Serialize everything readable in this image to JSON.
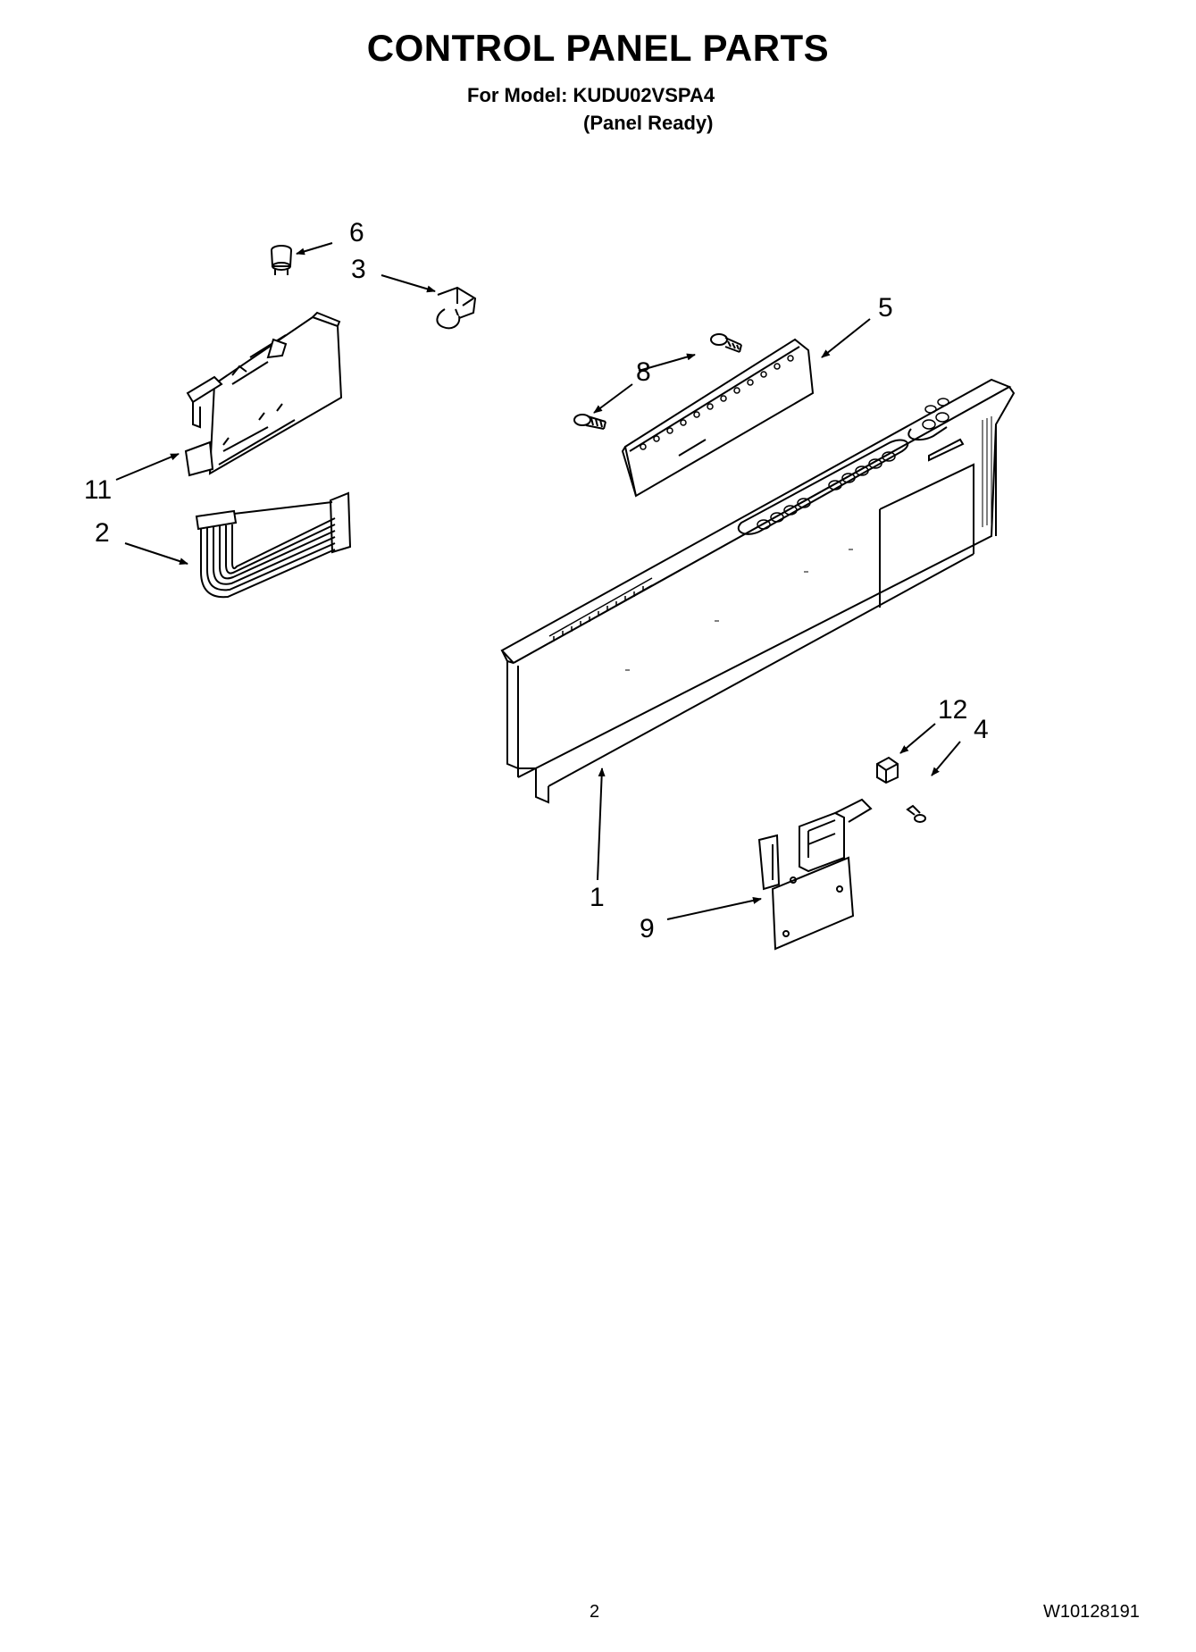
{
  "header": {
    "title": "CONTROL PANEL PARTS",
    "model_line": "For Model: KUDU02VSPA4",
    "panel_note": "(Panel Ready)"
  },
  "callouts": {
    "part_1": "1",
    "part_2": "2",
    "part_3": "3",
    "part_4": "4",
    "part_5": "5",
    "part_6": "6",
    "part_8": "8",
    "part_9": "9",
    "part_11": "11",
    "part_12": "12"
  },
  "footer": {
    "page_number": "2",
    "document_number": "W10128191"
  }
}
